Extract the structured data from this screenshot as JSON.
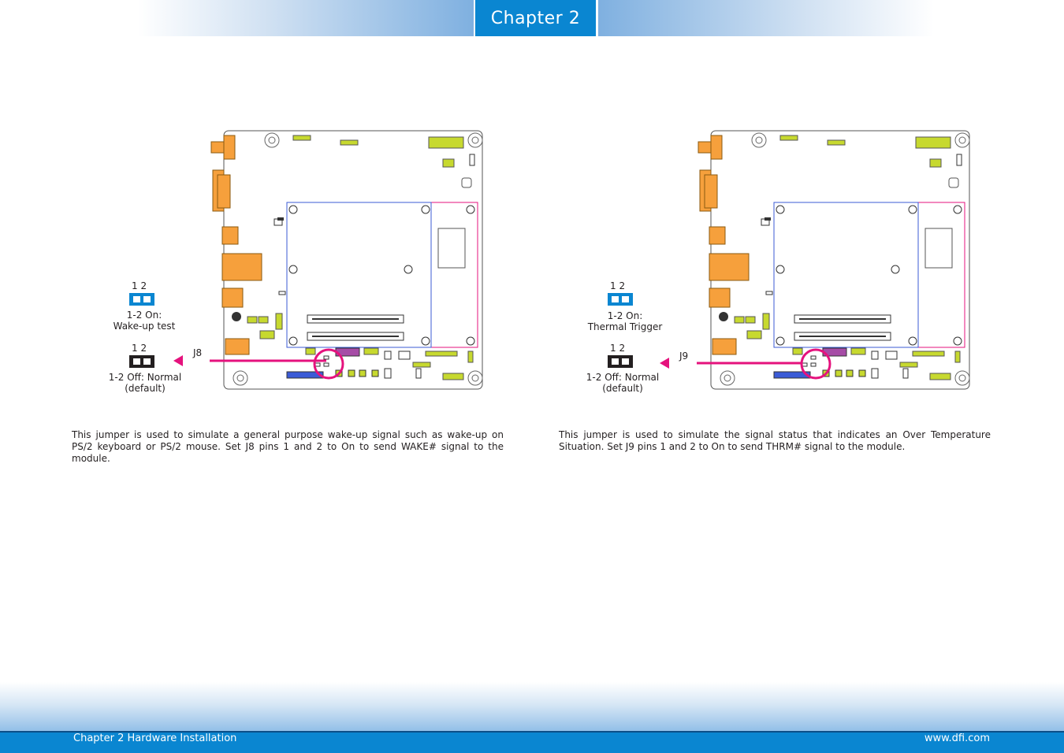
{
  "header": {
    "chapter_tab": "Chapter 2"
  },
  "left": {
    "pins_on": "1 2",
    "on_label_line1": "1-2 On:",
    "on_label_line2": "Wake-up test",
    "pins_off": "1 2",
    "off_label_line1": "1-2 Off: Normal",
    "off_label_line2": "(default)",
    "jumper_name": "J8",
    "description": "This jumper is used to simulate a general purpose wake-up signal such as wake-up on PS/2 keyboard or PS/2 mouse. Set J8 pins 1 and 2 to On to send WAKE# signal to the module."
  },
  "right": {
    "pins_on": "1 2",
    "on_label_line1": "1-2 On:",
    "on_label_line2": "Thermal Trigger",
    "pins_off": "1 2",
    "off_label_line1": "1-2 Off: Normal",
    "off_label_line2": "(default)",
    "jumper_name": "J9",
    "description": "This jumper is used to simulate the signal status that indicates an Over Temperature Situation. Set J9 pins 1 and 2 to On to send THRM# signal to the module."
  },
  "footer": {
    "left": "Chapter 2 Hardware Installation",
    "right": "www.dfi.com"
  },
  "colors": {
    "accent_blue": "#0a86d1",
    "pointer_magenta": "#e5127d",
    "connector_orange": "#f6a03c",
    "header_green": "#c7d92f"
  }
}
